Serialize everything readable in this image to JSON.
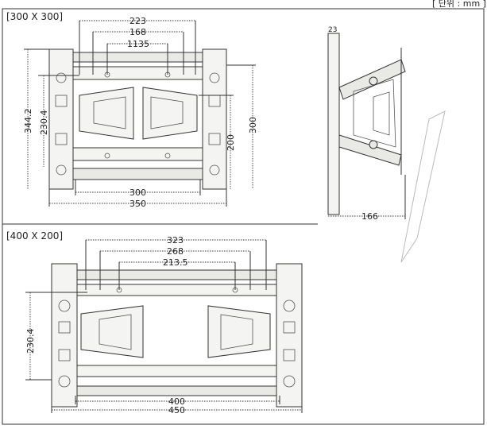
{
  "unit_label": "[ 단위 : mm ]",
  "top_section": {
    "title": "[300 X 300]",
    "dims": {
      "w223": "223",
      "w168": "168",
      "w1135": "1135",
      "h3442": "344.2",
      "h2304": "230.4",
      "h300": "300",
      "h200": "200",
      "w300": "300",
      "w350": "350"
    }
  },
  "side_view": {
    "dims": {
      "thickness": "23",
      "depth": "166"
    }
  },
  "bottom_section": {
    "title": "[400 X 200]",
    "dims": {
      "w323": "323",
      "w268": "268",
      "w2135": "213.5",
      "h2304": "230.4",
      "w400": "400",
      "w450": "450"
    }
  }
}
